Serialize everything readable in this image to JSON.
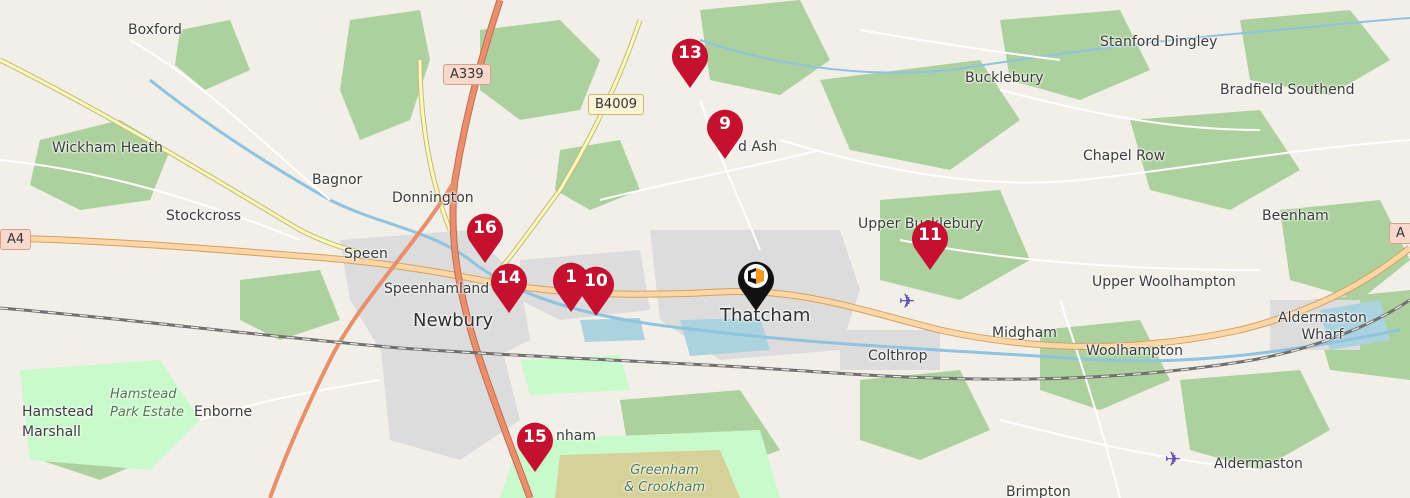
{
  "colors": {
    "land": "#f2efe9",
    "wood": "#add19e",
    "park": "#c8facc",
    "urban": "#dcdcdc",
    "water": "#aad3df",
    "river": "#8fc3e0",
    "road_primary": "#fcd6a4",
    "road_trunk": "#e88f6d",
    "road_secondary": "#f7fabf",
    "rail": "#707070",
    "marker_red": "#c5102f",
    "marker_black": "#111111"
  },
  "places": [
    {
      "id": "boxford",
      "name": "Boxford",
      "kind": "village"
    },
    {
      "id": "wickham-heath",
      "name": "Wickham Heath",
      "kind": "village"
    },
    {
      "id": "bagnor",
      "name": "Bagnor",
      "kind": "village"
    },
    {
      "id": "donnington",
      "name": "Donnington",
      "kind": "village"
    },
    {
      "id": "stockcross",
      "name": "Stockcross",
      "kind": "village"
    },
    {
      "id": "speen",
      "name": "Speen",
      "kind": "village"
    },
    {
      "id": "speenhamland",
      "name": "Speenhamland",
      "kind": "village"
    },
    {
      "id": "newbury",
      "name": "Newbury",
      "kind": "town"
    },
    {
      "id": "thatcham",
      "name": "Thatcham",
      "kind": "town"
    },
    {
      "id": "stanford-dingley",
      "name": "Stanford Dingley",
      "kind": "village"
    },
    {
      "id": "bucklebury",
      "name": "Bucklebury",
      "kind": "village"
    },
    {
      "id": "bradfield-southend",
      "name": "Bradfield Southend",
      "kind": "village"
    },
    {
      "id": "chapel-row",
      "name": "Chapel Row",
      "kind": "village"
    },
    {
      "id": "beenham",
      "name": "Beenham",
      "kind": "village"
    },
    {
      "id": "upper-bucklebury",
      "name": "Upper Bucklebury",
      "kind": "village"
    },
    {
      "id": "upper-woolhampton",
      "name": "Upper Woolhampton",
      "kind": "village"
    },
    {
      "id": "midgham",
      "name": "Midgham",
      "kind": "village"
    },
    {
      "id": "woolhampton",
      "name": "Woolhampton",
      "kind": "village"
    },
    {
      "id": "colthrop",
      "name": "Colthrop",
      "kind": "village"
    },
    {
      "id": "aldermaston-wharf",
      "name": "Aldermaston\nWharf",
      "kind": "village"
    },
    {
      "id": "aldermaston",
      "name": "Aldermaston",
      "kind": "village"
    },
    {
      "id": "brimpton",
      "name": "Brimpton",
      "kind": "village"
    },
    {
      "id": "hamstead-marshall",
      "name": "Hamstead\nMarshall",
      "kind": "village"
    },
    {
      "id": "enborne",
      "name": "Enborne",
      "kind": "village"
    },
    {
      "id": "hamstead-park-estate",
      "name": "Hamstead\nPark Estate",
      "kind": "park"
    },
    {
      "id": "greenham",
      "name": "nham",
      "kind": "village"
    },
    {
      "id": "cold-ash",
      "name": "d Ash",
      "kind": "village"
    },
    {
      "id": "greenham-crookham",
      "name": "Greenham\n& Crookham",
      "kind": "park"
    }
  ],
  "roads": [
    {
      "id": "a339",
      "ref": "A339",
      "class": "trunk"
    },
    {
      "id": "b4009",
      "ref": "B4009",
      "class": "secondary"
    },
    {
      "id": "a4-west",
      "ref": "A4",
      "class": "primary"
    },
    {
      "id": "a4-east",
      "ref": "A",
      "class": "primary"
    }
  ],
  "markers": [
    {
      "id": "13",
      "label": "13",
      "color": "red"
    },
    {
      "id": "9",
      "label": "9",
      "color": "red"
    },
    {
      "id": "16",
      "label": "16",
      "color": "red"
    },
    {
      "id": "14",
      "label": "14",
      "color": "red"
    },
    {
      "id": "1x",
      "label": "1",
      "color": "red"
    },
    {
      "id": "10",
      "label": "10",
      "color": "red"
    },
    {
      "id": "11",
      "label": "11",
      "color": "red"
    },
    {
      "id": "15",
      "label": "15",
      "color": "red"
    },
    {
      "id": "home",
      "label": "",
      "color": "black",
      "icon": "logo-icon"
    }
  ],
  "airports": [
    {
      "id": "airfield-upper-bucklebury",
      "icon": "airplane-icon"
    },
    {
      "id": "airfield-aldermaston",
      "icon": "airplane-icon"
    }
  ]
}
